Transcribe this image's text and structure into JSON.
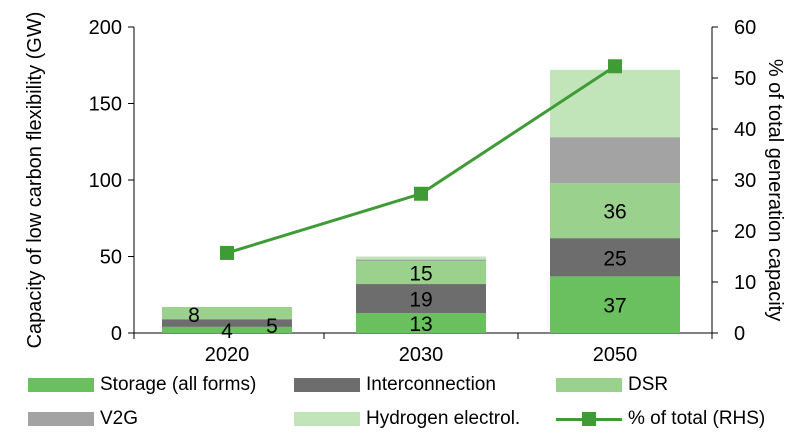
{
  "chart_data": {
    "type": "bar",
    "stacked": true,
    "categories": [
      "2020",
      "2030",
      "2050"
    ],
    "ylabel": "Capacity of low carbon flexibility (GW)",
    "y2label": "% of total generation capacity",
    "ylim": [
      0,
      200
    ],
    "y2lim": [
      0,
      60
    ],
    "yticks": [
      "0",
      "50",
      "100",
      "150",
      "200"
    ],
    "y2ticks": [
      "0",
      "10",
      "20",
      "30",
      "40",
      "50",
      "60"
    ],
    "grid": false,
    "legend_position": "bottom",
    "series": [
      {
        "name": "Storage (all forms)",
        "color": "#6abf5e",
        "values": [
          4,
          13,
          37
        ],
        "labels": [
          "4",
          "13",
          "37"
        ]
      },
      {
        "name": "Interconnection",
        "color": "#6d6d6d",
        "values": [
          5,
          19,
          25
        ],
        "labels": [
          "5",
          "19",
          "25"
        ]
      },
      {
        "name": "DSR",
        "color": "#99d18d",
        "values": [
          8,
          15,
          36
        ],
        "labels": [
          "8",
          "15",
          "36"
        ]
      },
      {
        "name": "V2G",
        "color": "#a3a3a3",
        "values": [
          0,
          1,
          30
        ],
        "labels": [
          "",
          "",
          ""
        ]
      },
      {
        "name": "Hydrogen electrol.",
        "color": "#c1e4b8",
        "values": [
          0,
          2,
          44
        ],
        "labels": [
          "",
          "",
          ""
        ]
      }
    ],
    "line_series": {
      "name": "% of total (RHS)",
      "color": "#3f9b35",
      "axis": "right",
      "values": [
        15.7,
        27.3,
        52.3
      ]
    }
  }
}
